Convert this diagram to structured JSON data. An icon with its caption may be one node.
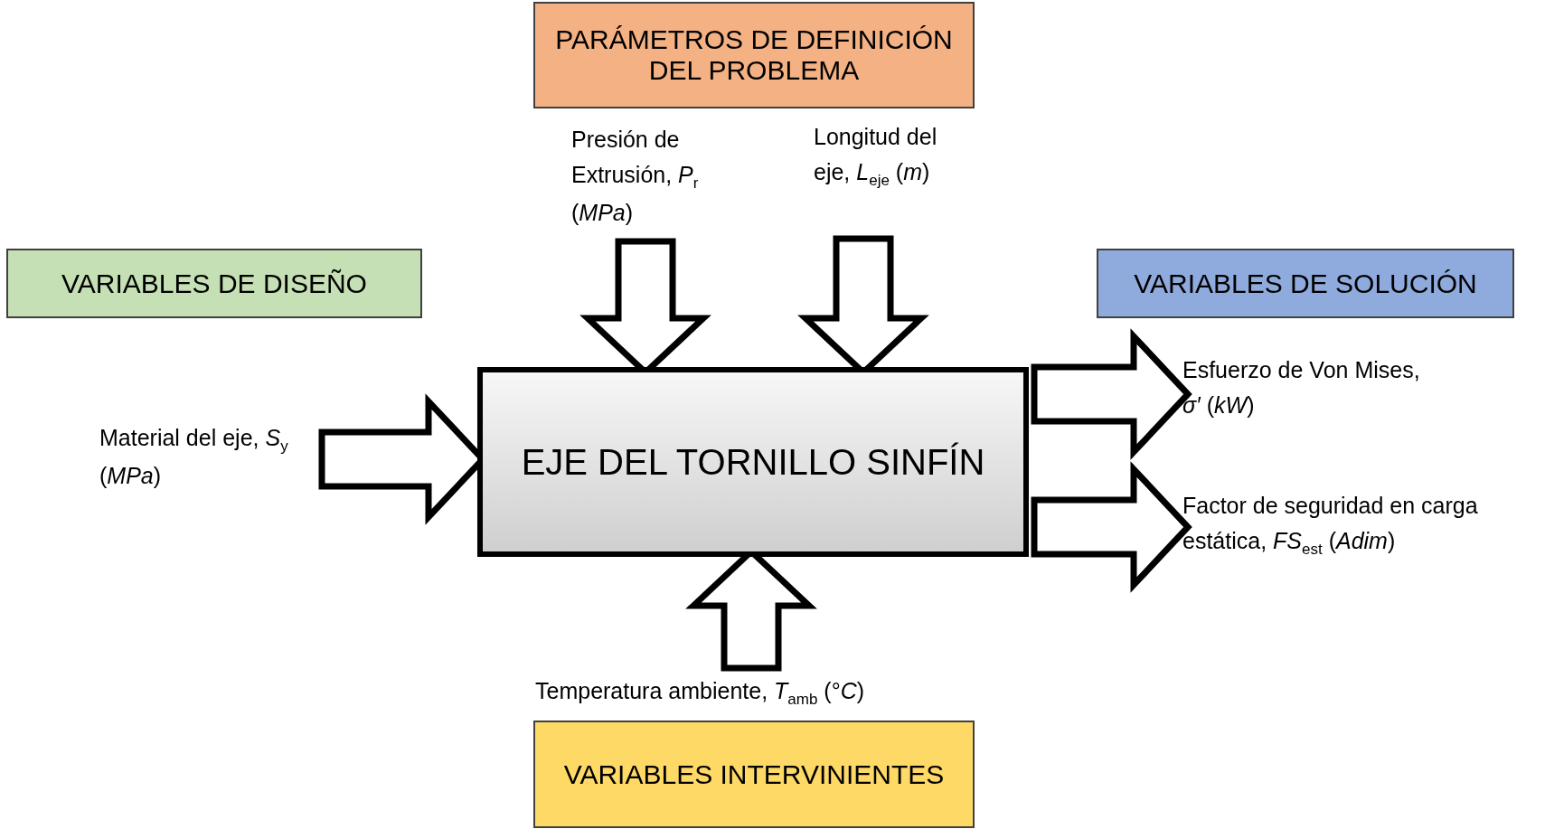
{
  "diagram": {
    "nodes": [
      {
        "text": [
          "PARÁMETROS DE DEFINICIÓN DEL PROBLEMA"
        ]
      },
      {
        "text": [
          "VARIABLES DE DISEÑO"
        ]
      },
      {
        "text": [
          "VARIABLES DE SOLUCIÓN"
        ]
      },
      {
        "text": [
          "EJE DEL TORNILLO SINFÍN"
        ]
      },
      {
        "text": [
          "VARIABLES INTERVINIENTES"
        ]
      },
      {
        "text": [
          "Presión de Extrusión, *P*$_{r}$ (*MPa*)"
        ]
      },
      {
        "text": [
          "Longitud del eje, *L*$_{eje}$ (*m*)"
        ]
      },
      {
        "text": [
          "Material del eje, *S*$_{y}$ (*MPa*)"
        ]
      },
      {
        "text": [
          "Esfuerzo de Von Mises, *σ′* (*kW*)"
        ]
      },
      {
        "text": [
          "Factor de seguridad en carga estática, *FS*$_{est}$ (*Adim*)"
        ]
      },
      {
        "text": [
          "Temperatura ambiente, *T*$_{amb}$ (°*C*)"
        ]
      }
    ],
    "edges": [
      {
        "from": 5,
        "to": 3,
        "arrow": "to"
      },
      {
        "from": 6,
        "to": 3,
        "arrow": "to"
      },
      {
        "from": 7,
        "to": 3,
        "arrow": "to"
      },
      {
        "from": 3,
        "to": 8,
        "arrow": "to"
      },
      {
        "from": 3,
        "to": 9,
        "arrow": "to"
      },
      {
        "from": 10,
        "to": 3,
        "arrow": "to"
      }
    ]
  }
}
